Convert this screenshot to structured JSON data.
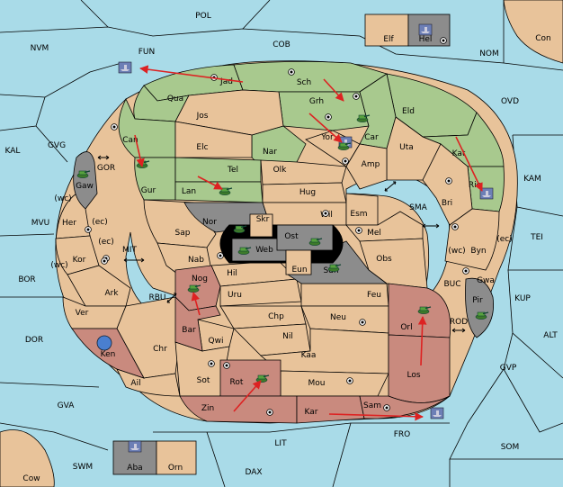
{
  "colors": {
    "sea": "#a9dbe8",
    "neutral_land": "#e8c39a",
    "green_power": "#a8c98e",
    "red_power": "#c98a7e",
    "gray_power": "#8c8c8c",
    "order_arrow": "#dd2222"
  },
  "seas": {
    "pol": "POL",
    "nvm": "NVM",
    "fun": "FUN",
    "cob": "COB",
    "nom": "NOM",
    "con": "Con",
    "ovd": "OVD",
    "kal": "KAL",
    "gvg": "GVG",
    "gor": "GOR",
    "kam": "KAM",
    "sma": "SMA",
    "tei": "TEI",
    "mvu": "MVU",
    "mit": "MIT",
    "bor": "BOR",
    "rbu": "RBU",
    "buc": "BUC",
    "kup": "KUP",
    "dor": "DOR",
    "rod": "ROD",
    "alt": "ALT",
    "gvp": "GVP",
    "gva": "GVA",
    "fro": "FRO",
    "som": "SOM",
    "lit": "LIT",
    "swm": "SWM",
    "dax": "DAX",
    "cow": "Cow"
  },
  "provinces": {
    "elf": "Elf",
    "hel": "Hel",
    "jad": "Jad",
    "sch": "Sch",
    "qua": "Qua",
    "jos": "Jos",
    "grh": "Grh",
    "eld": "Eld",
    "car": "Car",
    "can": "Can",
    "yor": "Yor",
    "elc": "Elc",
    "nar": "Nar",
    "uta": "Uta",
    "kat": "Kat",
    "amp": "Amp",
    "tel": "Tel",
    "olk": "Olk",
    "gaw": "Gaw",
    "gur": "Gur",
    "lan": "Lan",
    "hug": "Hug",
    "rie": "Rie",
    "bri": "Bri",
    "wil": "Wil",
    "esm": "Esm",
    "nor": "Nor",
    "skr": "Skr",
    "her": "Her",
    "sap": "Sap",
    "ost": "Ost",
    "mel": "Mel",
    "web": "Web",
    "byn": "Byn",
    "kor": "Kor",
    "nab": "Nab",
    "eun": "Eun",
    "obs": "Obs",
    "sun": "Sun",
    "hil": "Hil",
    "gwa": "Gwa",
    "ark": "Ark",
    "nog": "Nog",
    "uru": "Uru",
    "feu": "Feu",
    "pir": "Pir",
    "ver": "Ver",
    "bar": "Bar",
    "chp": "Chp",
    "neu": "Neu",
    "orl": "Orl",
    "ken": "Ken",
    "qwi": "Qwi",
    "nil": "Nil",
    "chr": "Chr",
    "kaa": "Kaa",
    "sot": "Sot",
    "rot": "Rot",
    "ail": "Ail",
    "los": "Los",
    "mou": "Mou",
    "zin": "Zin",
    "sam": "Sam",
    "kar": "Kar",
    "aba": "Aba",
    "orn": "Orn"
  },
  "coast_markers": {
    "wc1": "(wc)",
    "ec1": "(ec)",
    "ec2": "(ec)",
    "wc2": "(wc)",
    "wc3": "(wc)",
    "ec3": "(ec)"
  }
}
